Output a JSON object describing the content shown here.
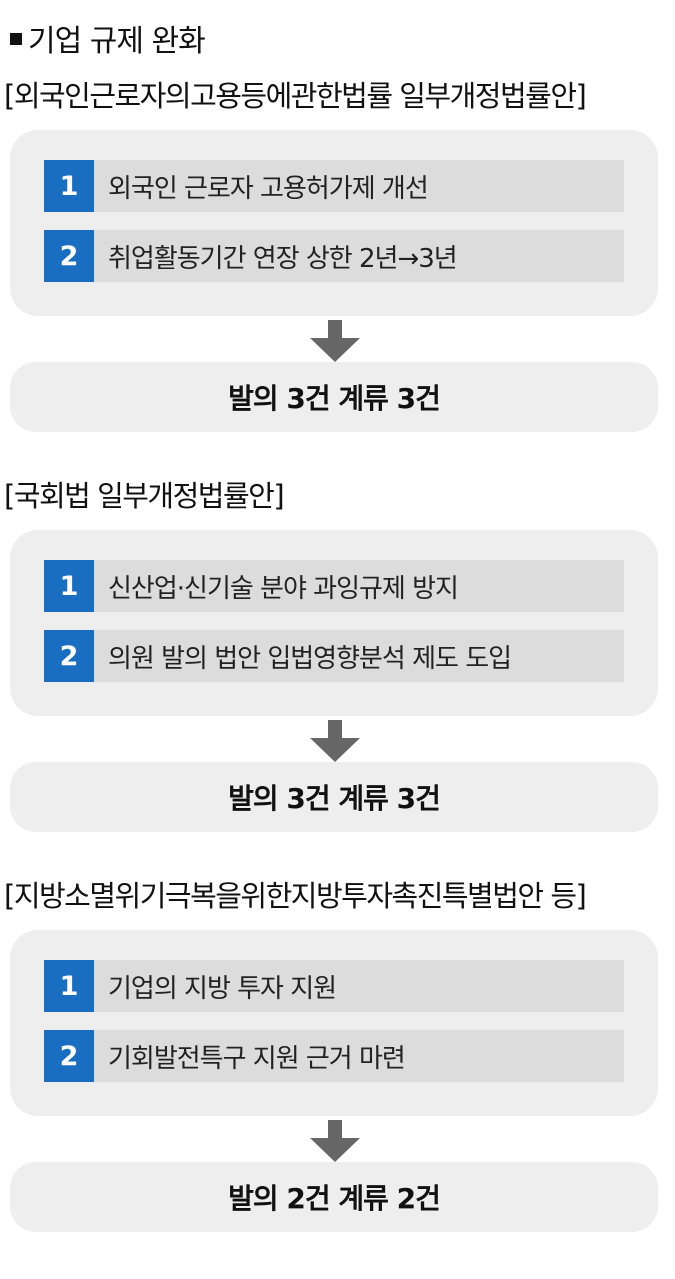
{
  "title": "기업 규제 완화",
  "sections": [
    {
      "heading": "[외국인근로자의고용등에관한법률 일부개정법률안]",
      "items": [
        {
          "num": "1",
          "text": "외국인 근로자 고용허가제 개선"
        },
        {
          "num": "2",
          "text": "취업활동기간 연장 상한 2년→3년"
        }
      ],
      "result": "발의 3건 계류 3건"
    },
    {
      "heading": "[국회법 일부개정법률안]",
      "items": [
        {
          "num": "1",
          "text": "신산업·신기술 분야 과잉규제 방지"
        },
        {
          "num": "2",
          "text": "의원 발의 법안 입법영향분석 제도 도입"
        }
      ],
      "result": "발의 3건 계류 3건"
    },
    {
      "heading": "[지방소멸위기극복을위한지방투자촉진특별법안 등]",
      "items": [
        {
          "num": "1",
          "text": "기업의 지방 투자 지원"
        },
        {
          "num": "2",
          "text": "기회발전특구 지원 근거 마련"
        }
      ],
      "result": "발의 2건 계류 2건"
    }
  ],
  "colors": {
    "number_badge": "#1a6ec2",
    "box_background": "#eeeeee",
    "row_background": "#dcdcdc",
    "arrow": "#666666"
  },
  "icons": {
    "title_bullet": "black-square-icon",
    "flow_arrow": "down-arrow-icon"
  }
}
